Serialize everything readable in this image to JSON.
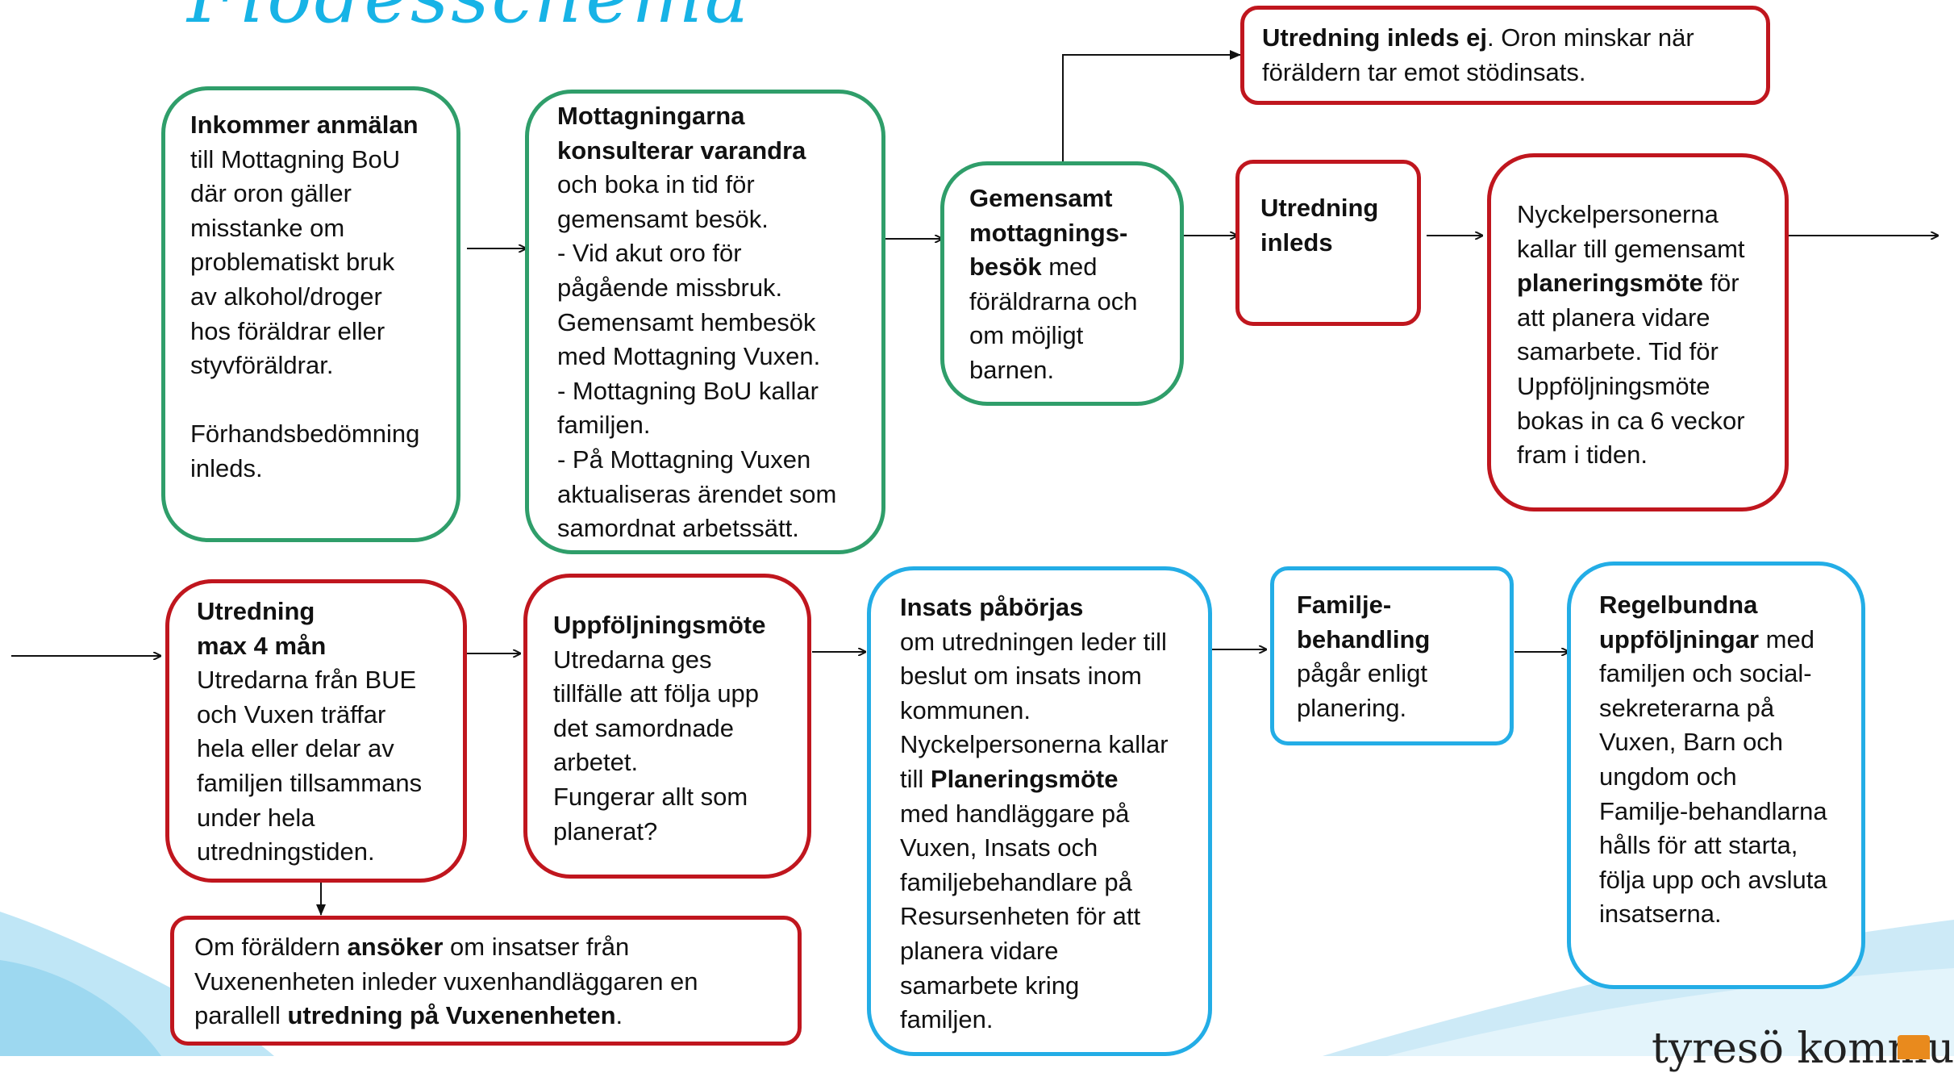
{
  "title": "Flödesschema",
  "colors": {
    "green": "#2f9e6a",
    "red": "#c0161e",
    "blue": "#23ade6",
    "title": "#17b3e6"
  },
  "boxes": {
    "inkommer": [
      {
        "b": "Inkommer anmälan"
      },
      {
        "t": "\ntill Mottagning BoU\ndär oron gäller\nmisstanke om\nproblematiskt bruk\nav alkohol/droger\nhos föräldrar eller\nstyvföräldrar.\n\nFörhandsbedömning\ninleds."
      }
    ],
    "mottagningarna": [
      {
        "b": "Mottagningarna\nkonsulterar varandra"
      },
      {
        "t": "\noch boka in tid för\ngemensamt besök.\n- Vid akut oro för\npågående missbruk.\nGemensamt hembesök\nmed Mottagning Vuxen.\n- Mottagning BoU kallar\nfamiljen.\n-  På Mottagning Vuxen\naktualiseras ärendet som\nsamordnat arbetssätt."
      }
    ],
    "gemensamt": [
      {
        "b": "Gemensamt\nmottagnings-\nbesök"
      },
      {
        "t": " med\nföräldrarna och\nom möjligt\nbarnen."
      }
    ],
    "inleds_ej": [
      {
        "b": "Utredning inleds ej"
      },
      {
        "t": ". Oron minskar när\nföräldern tar emot stödinsats."
      }
    ],
    "inleds": [
      {
        "b": "Utredning\ninleds"
      }
    ],
    "nyckel": [
      {
        "t": "Nyckelpersonerna\nkallar till gemensamt\n"
      },
      {
        "b": "planeringsmöte"
      },
      {
        "t": " för\natt planera vidare\nsamarbete. Tid för\nUppföljningsmöte\nbokas in ca 6 veckor\nfram i tiden."
      }
    ],
    "utredning_max": [
      {
        "b": "Utredning\nmax 4 mån"
      },
      {
        "t": "\nUtredarna från BUE\noch Vuxen träffar\nhela eller delar av\nfamiljen tillsammans\nunder hela\nutredningstiden."
      }
    ],
    "uppfoljning": [
      {
        "b": "Uppföljningsmöte"
      },
      {
        "t": "\nUtredarna ges\ntillfälle att följa upp\ndet samordnade\narbetet.\nFungerar allt som\nplanerat?"
      }
    ],
    "insats": [
      {
        "b": "Insats påbörjas"
      },
      {
        "t": "\nom utredningen leder till\nbeslut om insats inom\nkommunen.\nNyckelpersonerna kallar\ntill "
      },
      {
        "b": "Planeringsmöte"
      },
      {
        "t": "\nmed handläggare på\nVuxen, Insats och\nfamiljebehandlare på\nResursenheten för att\nplanera vidare\nsamarbete kring\nfamiljen."
      }
    ],
    "familjebehandling": [
      {
        "b": "Familje-\nbehandling"
      },
      {
        "t": "\npågår enligt\nplanering."
      }
    ],
    "regelbundna": [
      {
        "b": "Regelbundna\nuppföljningar"
      },
      {
        "t": " med\nfamiljen och social-\nsekreterarna på\nVuxen, Barn och\nungdom och\nFamilje-behandlarna\nhålls för att starta,\nfölja upp och avsluta\ninsatserna."
      }
    ],
    "ansoker": [
      {
        "t": "Om föräldern "
      },
      {
        "b": "ansöker"
      },
      {
        "t": " om insatser från\nVuxenenheten inleder vuxenhandläggaren en\nparallell "
      },
      {
        "b": "utredning på Vuxenenheten"
      },
      {
        "t": "."
      }
    ]
  },
  "logo": {
    "text": "tyresö kommun"
  }
}
